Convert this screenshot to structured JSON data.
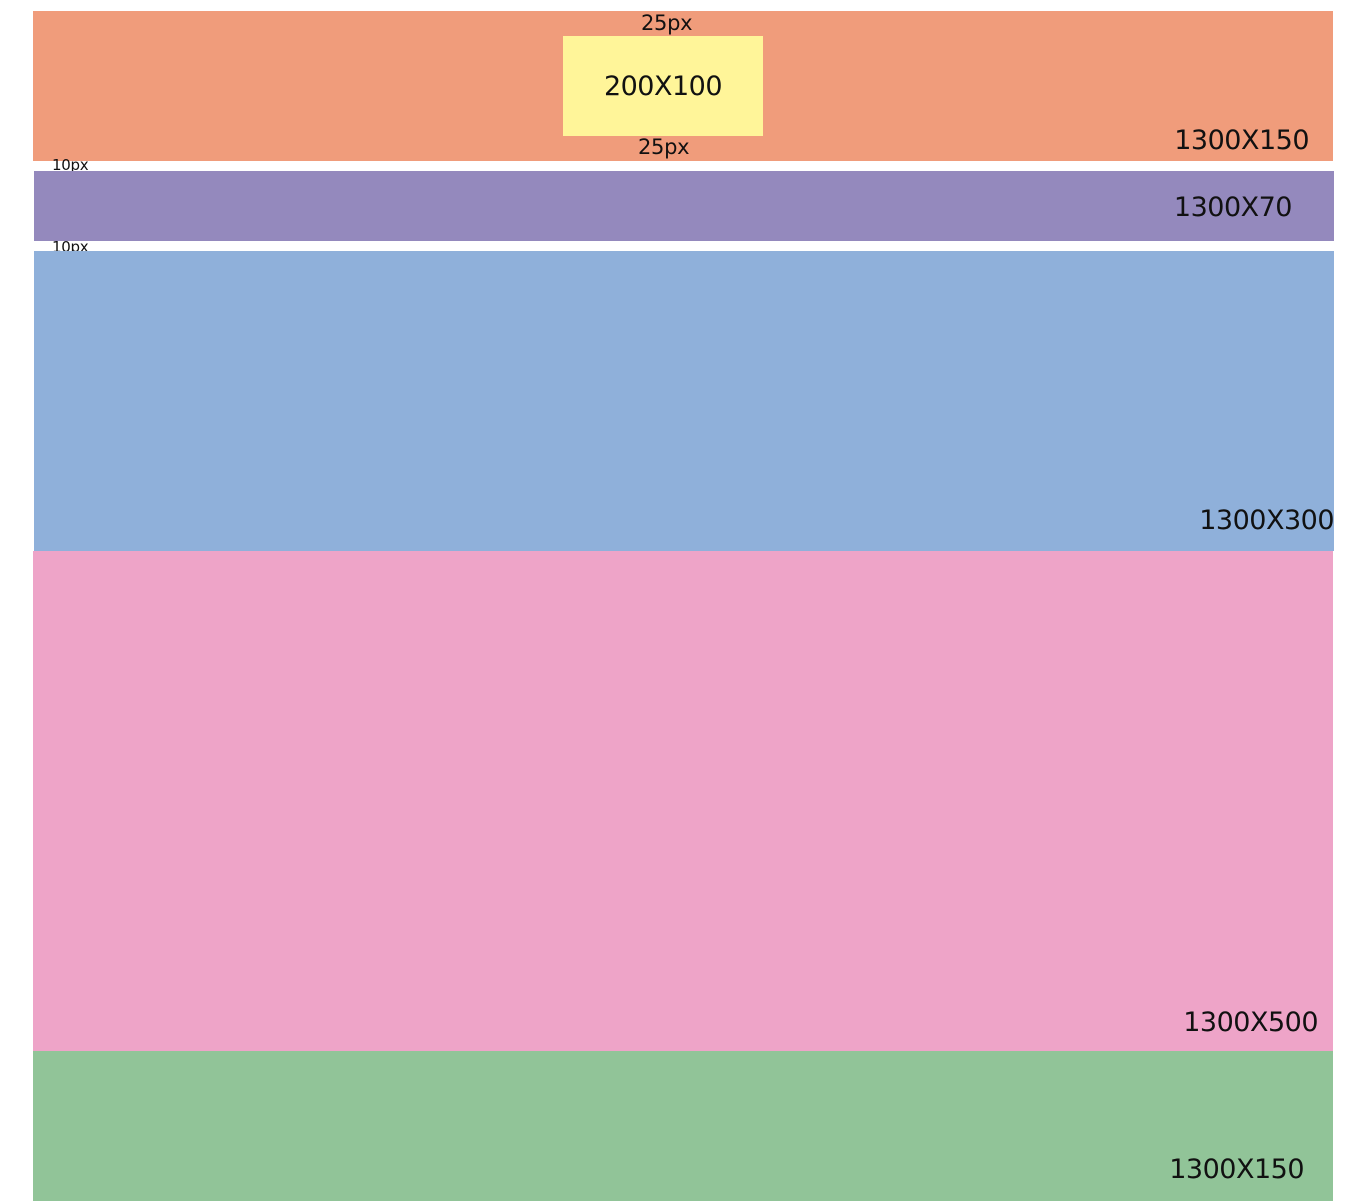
{
  "header": {
    "color": "#F09C7B",
    "size_label": "1300X150",
    "top_gap_label": "25px",
    "bottom_gap_label": "25px",
    "logo": {
      "color": "#FFF599",
      "size_label": "200X100"
    }
  },
  "gaps": {
    "after_header": "10px",
    "after_nav": "10px"
  },
  "nav": {
    "color": "#9489BD",
    "size_label": "1300X70"
  },
  "banner": {
    "color": "#8FB0DA",
    "size_label": "1300X300"
  },
  "content": {
    "color": "#EEA4C8",
    "size_label": "1300X500"
  },
  "footer": {
    "color": "#91C498",
    "size_label": "1300X150"
  }
}
